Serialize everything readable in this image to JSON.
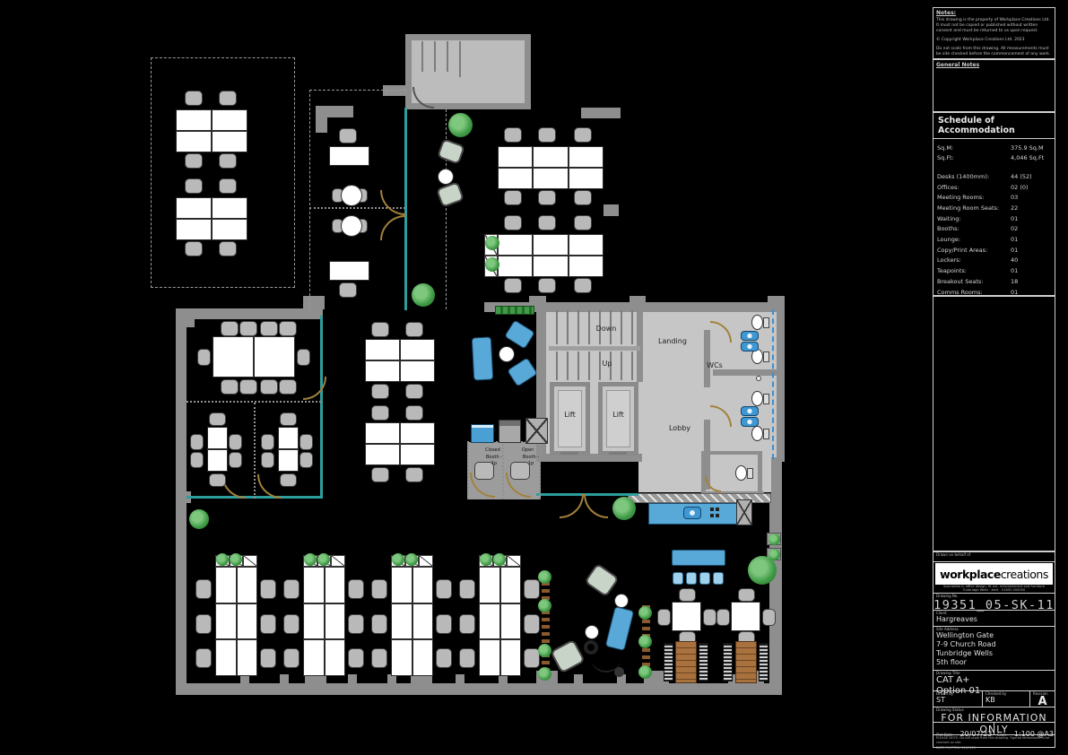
{
  "sheet": {
    "notes": {
      "heading": "Notes:",
      "para1": "This drawing is the property of Workplace Creations Ltd. It must not be copied or published without written consent and must be returned to us upon request.",
      "para2": "© Copyright Workplace Creations Ltd. 2023",
      "para3": "Do not scale from this drawing. All measurements must be site checked before the commencement of any work.",
      "general_heading": "General Notes"
    },
    "schedule": {
      "title": "Schedule of Accommodation",
      "areas": [
        {
          "label": "Sq.M:",
          "value": "375.9 Sq.M"
        },
        {
          "label": "Sq.Ft:",
          "value": "4,046 Sq.Ft"
        }
      ],
      "counts": [
        {
          "label": "Desks (1400mm):",
          "value": "44 (52)"
        },
        {
          "label": "Offices:",
          "value": "02 (0)"
        },
        {
          "label": "Meeting Rooms:",
          "value": "03"
        },
        {
          "label": "Meeting Room Seats:",
          "value": "22"
        },
        {
          "label": "Waiting:",
          "value": "01"
        },
        {
          "label": "Booths:",
          "value": "02"
        },
        {
          "label": "Lounge:",
          "value": "01"
        },
        {
          "label": "Copy/Print Areas:",
          "value": "01"
        },
        {
          "label": "Lockers:",
          "value": "40"
        },
        {
          "label": "Teapoints:",
          "value": "01"
        },
        {
          "label": "Breakout Seats:",
          "value": "18"
        },
        {
          "label": "Comms Rooms:",
          "value": "01"
        }
      ]
    },
    "titleblock": {
      "behalf_label": "Drawn on behalf of",
      "logo_bold": "workplace",
      "logo_light": "creations",
      "tagline1": "Specialists in office design, fit out, refurbishment and furniture",
      "tagline2": "Tunbridge Wells · Kent · 01892 000000",
      "drawing_no_label": "Drawing No.",
      "drawing_no": "19351_05-SK-11",
      "client_label": "Client",
      "client": "Hargreaves",
      "site_label": "Site Address",
      "site_lines": [
        "Wellington Gate",
        "7-9 Church Road",
        "Tunbridge Wells",
        "5th floor"
      ],
      "title_label": "Drawing Title",
      "title_lines": [
        "CAT A+",
        "Option 01"
      ],
      "drawn_by_label": "Drawn by",
      "drawn_by": "ST",
      "checked_by_label": "Checked by",
      "checked_by": "KB",
      "revision_label": "Revision",
      "revision": "A",
      "status_label": "Drawing Status",
      "status": "FOR INFORMATION ONLY",
      "date_label": "Plot Date",
      "date": "20/07/23",
      "scale_label": "Scale",
      "scale": "1:100  @A3",
      "fineprint1": "PLEASE NOTE:  Do not scale from this drawing. Figured dimensions to be checked on site.",
      "fineprint2": "DATE PLOTTED:  20/07/23"
    },
    "plan_labels": {
      "down": "Down",
      "up": "Up",
      "landing": "Landing",
      "wcs": "WCs",
      "lift": "Lift",
      "lobby": "Lobby",
      "closed_booth_l1": "Closed",
      "closed_booth_l2": "Booth - 1p",
      "open_booth_l1": "Open",
      "open_booth_l2": "Booth - 1p"
    }
  }
}
